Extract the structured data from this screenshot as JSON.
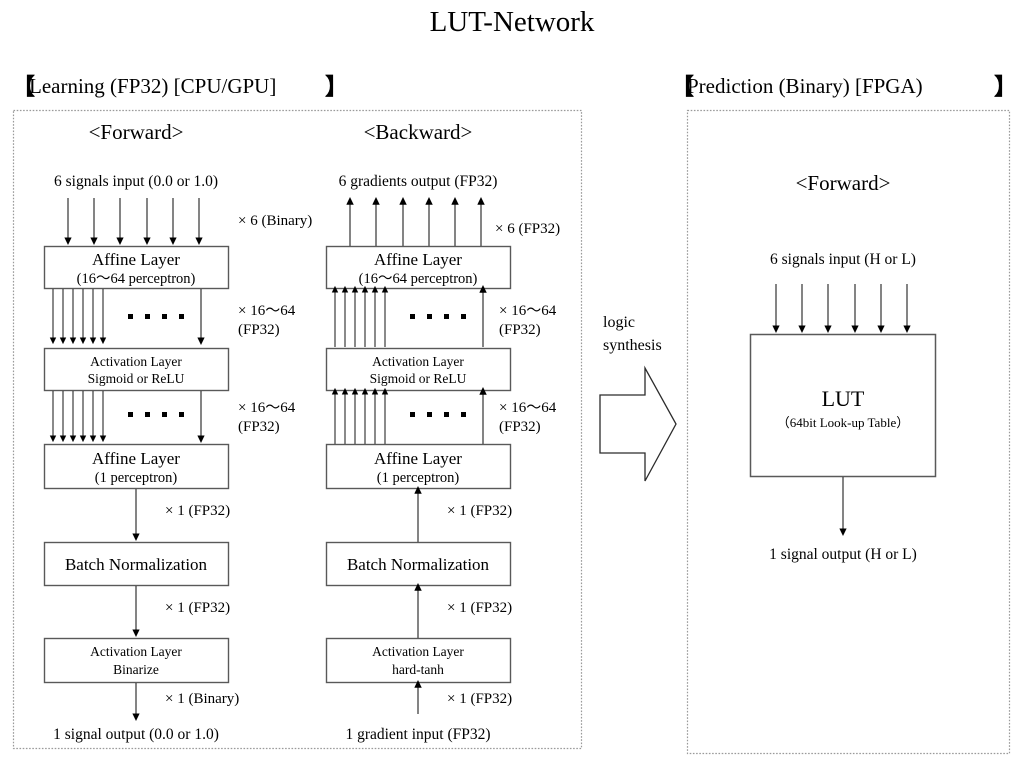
{
  "title": "LUT-Network",
  "panels": {
    "learning": {
      "header_open": "【",
      "header_text": "Learning (FP32)  [CPU/GPU]",
      "header_close": "】",
      "columns": [
        {
          "name": "forward",
          "heading": "<Forward>",
          "top_label": "6 signals input (0.0 or 1.0)",
          "bottom_label": "1 signal output (0.0 or 1.0)",
          "edges": [
            {
              "mult": "× 6 (Binary)",
              "mult2": ""
            },
            {
              "mult": "× 16～64",
              "mult2": "(FP32)"
            },
            {
              "mult": "× 16～64",
              "mult2": "(FP32)"
            },
            {
              "mult": "× 1 (FP32)",
              "mult2": ""
            },
            {
              "mult": "× 1 (FP32)",
              "mult2": ""
            },
            {
              "mult": "× 1 (Binary)",
              "mult2": ""
            }
          ],
          "boxes": [
            {
              "line1": "Affine Layer",
              "line2": "(16～64 perceptron)",
              "size": "big"
            },
            {
              "line1": "Activation Layer",
              "line2": "Sigmoid or ReLU",
              "size": "small"
            },
            {
              "line1": "Affine Layer",
              "line2": "(1 perceptron)",
              "size": "big"
            },
            {
              "line1": "Batch Normalization",
              "line2": "",
              "size": "big"
            },
            {
              "line1": "Activation Layer",
              "line2": "Binarize",
              "size": "small"
            }
          ]
        },
        {
          "name": "backward",
          "heading": "<Backward>",
          "top_label": "6 gradients output (FP32)",
          "bottom_label": "1 gradient input (FP32)",
          "edges": [
            {
              "mult": "× 6 (FP32)",
              "mult2": ""
            },
            {
              "mult": "× 16～64",
              "mult2": "(FP32)"
            },
            {
              "mult": "× 16～64",
              "mult2": "(FP32)"
            },
            {
              "mult": "× 1 (FP32)",
              "mult2": ""
            },
            {
              "mult": "× 1 (FP32)",
              "mult2": ""
            },
            {
              "mult": "× 1 (FP32)",
              "mult2": ""
            }
          ],
          "boxes": [
            {
              "line1": "Affine Layer",
              "line2": "(16～64 perceptron)",
              "size": "big"
            },
            {
              "line1": "Activation Layer",
              "line2": "Sigmoid or ReLU",
              "size": "small"
            },
            {
              "line1": "Affine Layer",
              "line2": "(1 perceptron)",
              "size": "big"
            },
            {
              "line1": "Batch Normalization",
              "line2": "",
              "size": "big"
            },
            {
              "line1": "Activation Layer",
              "line2": "hard-tanh",
              "size": "small"
            }
          ]
        }
      ]
    },
    "transition": {
      "label_line1": "logic",
      "label_line2": "synthesis",
      "arrow": "block-arrow-right"
    },
    "prediction": {
      "header_open": "【",
      "header_text": "Prediction (Binary) [FPGA)",
      "header_close": "】",
      "heading": "<Forward>",
      "top_label": "6 signals input (H or L)",
      "bottom_label": "1 signal output (H or L)",
      "box": {
        "line1": "LUT",
        "line2": "（64bit Look-up Table）"
      }
    }
  },
  "colors": {
    "box_stroke": "#595959",
    "panel_stroke": "#9a9a9a",
    "line": "#3a3a3a",
    "text": "#000000",
    "background": "#ffffff"
  }
}
